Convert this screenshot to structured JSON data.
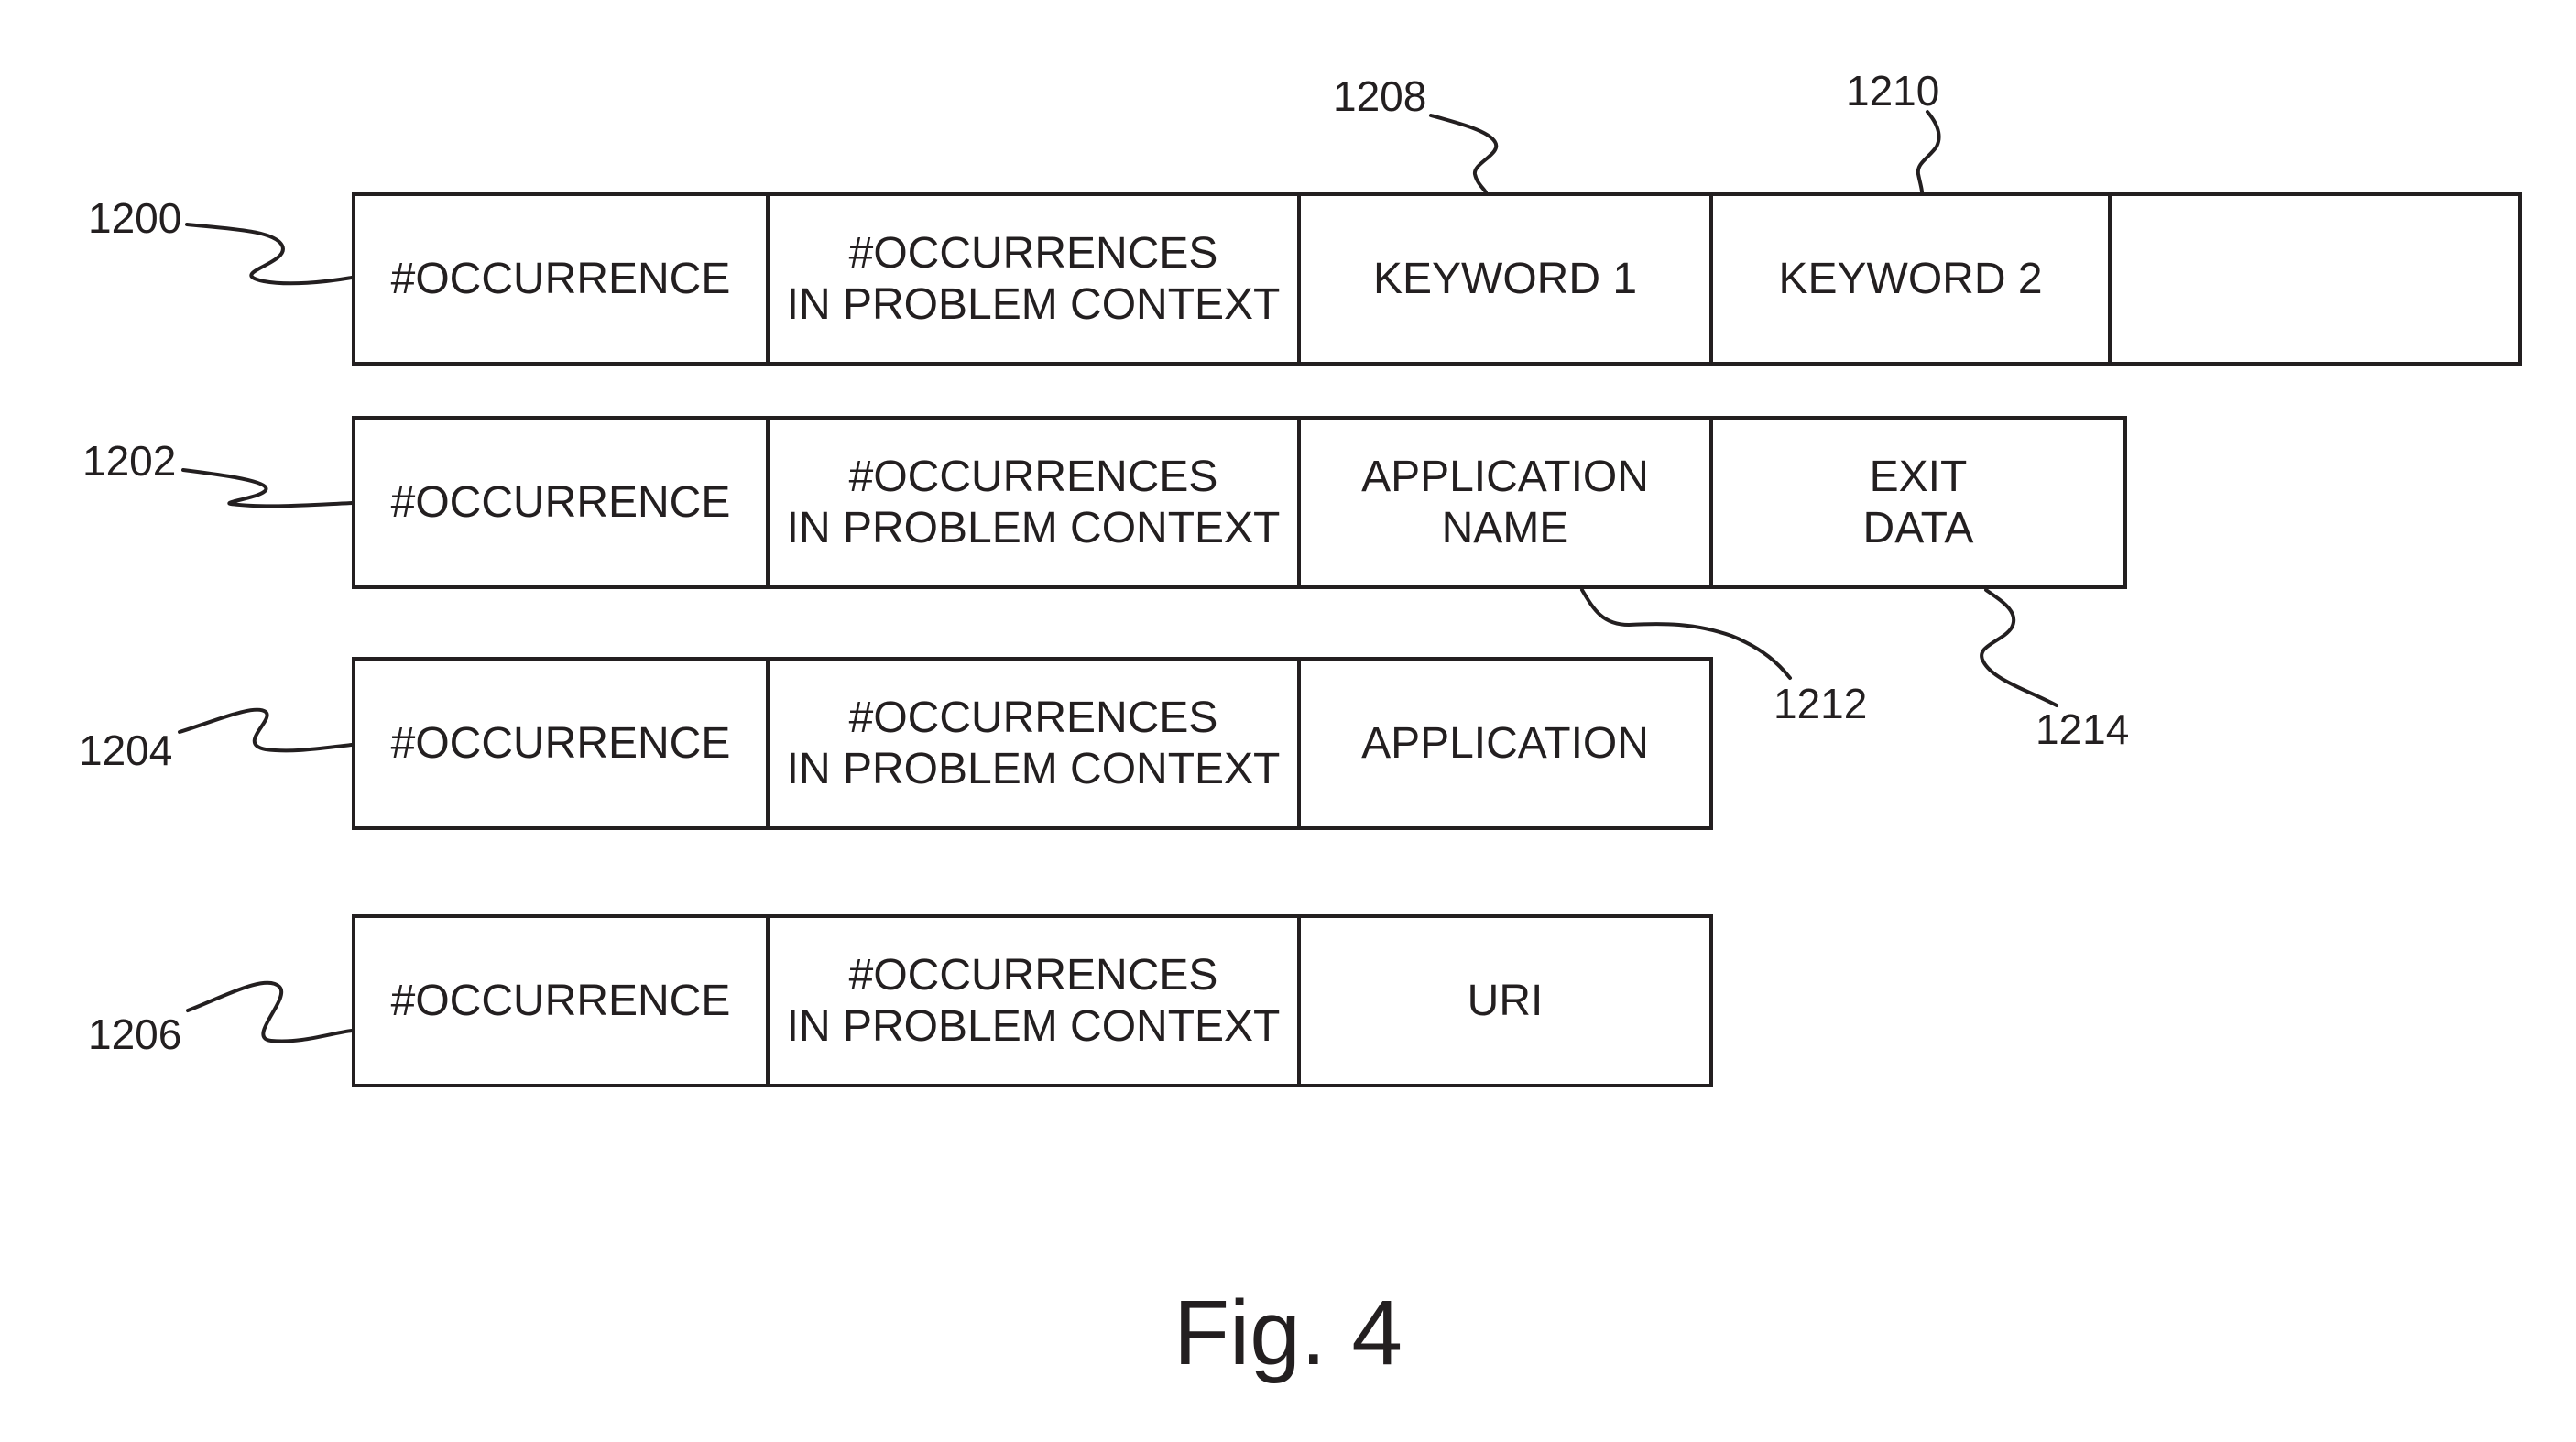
{
  "figure": {
    "caption": "Fig. 4"
  },
  "records": [
    {
      "ref": "1200",
      "cells": [
        "#OCCURRENCE",
        "#OCCURRENCES\nIN PROBLEM CONTEXT",
        "KEYWORD 1",
        "KEYWORD 2",
        ""
      ]
    },
    {
      "ref": "1202",
      "cells": [
        "#OCCURRENCE",
        "#OCCURRENCES\nIN PROBLEM CONTEXT",
        "APPLICATION\nNAME",
        "EXIT\nDATA"
      ]
    },
    {
      "ref": "1204",
      "cells": [
        "#OCCURRENCE",
        "#OCCURRENCES\nIN PROBLEM CONTEXT",
        "APPLICATION"
      ]
    },
    {
      "ref": "1206",
      "cells": [
        "#OCCURRENCE",
        "#OCCURRENCES\nIN PROBLEM CONTEXT",
        "URI"
      ]
    }
  ],
  "field_refs": {
    "keyword_1": "1208",
    "keyword_2": "1210",
    "application_name": "1212",
    "exit_data": "1214"
  },
  "colors": {
    "line": "#231f20",
    "background": "#ffffff"
  }
}
